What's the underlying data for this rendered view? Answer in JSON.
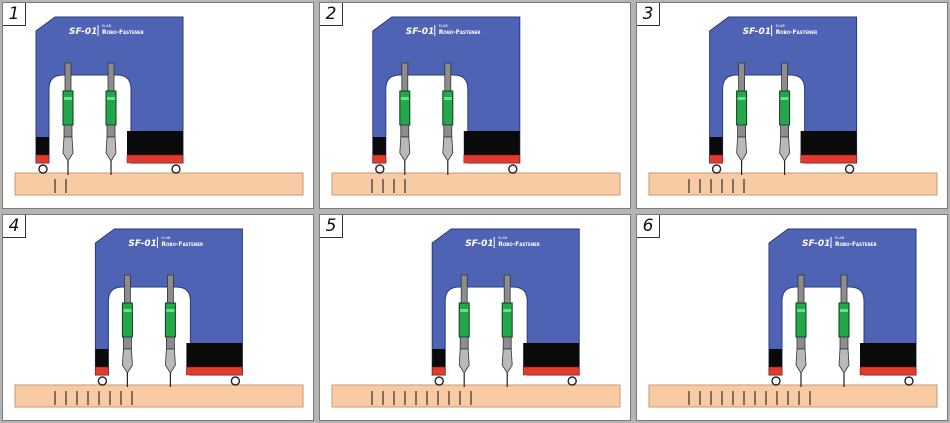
{
  "colors": {
    "machine": "#4f63b4",
    "machine_edge": "#2a3a80",
    "board": "#f8cba4",
    "board_edge": "#c99a72",
    "spindle_green": "#22a84a",
    "spindle_gray": "#8d8d8d",
    "foot_black": "#0a0a0a",
    "foot_red": "#e33a2c",
    "fastener": "#222222",
    "label_text": "#ffffff"
  },
  "machine": {
    "brand": "SF-01",
    "tag": "ELAB",
    "product": "Robo-Fastener"
  },
  "steps": [
    {
      "number": "1",
      "machine_offset": 0.0,
      "fasteners": 2
    },
    {
      "number": "2",
      "machine_offset": 0.3,
      "fasteners": 4
    },
    {
      "number": "3",
      "machine_offset": 0.6,
      "fasteners": 6
    },
    {
      "number": "4",
      "machine_offset": 0.9,
      "fasteners": 8
    },
    {
      "number": "5",
      "machine_offset": 1.2,
      "fasteners": 10
    },
    {
      "number": "6",
      "machine_offset": 1.5,
      "fasteners": 12
    }
  ]
}
